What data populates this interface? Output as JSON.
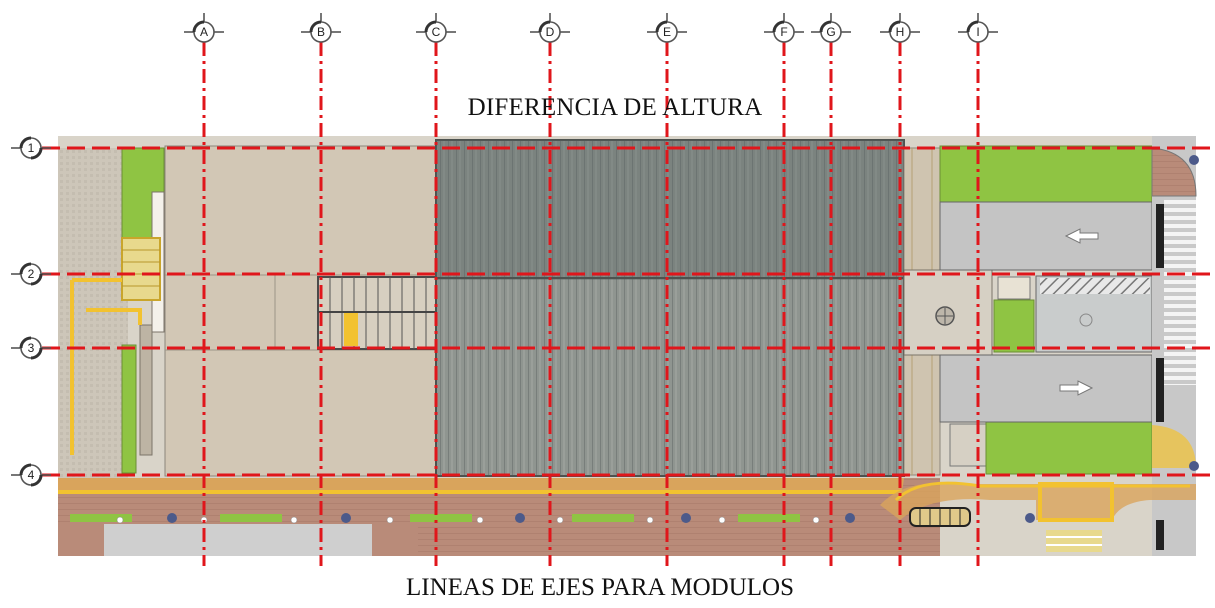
{
  "diagram": {
    "top_label": "DIFERENCIA DE ALTURA",
    "bottom_label": "LINEAS DE EJES PARA MODULOS"
  },
  "axes": {
    "vertical": [
      {
        "id": "A",
        "label": "A"
      },
      {
        "id": "B",
        "label": "B"
      },
      {
        "id": "C",
        "label": "C"
      },
      {
        "id": "D",
        "label": "D"
      },
      {
        "id": "E",
        "label": "E"
      },
      {
        "id": "F",
        "label": "F"
      },
      {
        "id": "G",
        "label": "G"
      },
      {
        "id": "H",
        "label": "H"
      },
      {
        "id": "I",
        "label": "I"
      }
    ],
    "horizontal": [
      {
        "id": "1",
        "label": "1"
      },
      {
        "id": "2",
        "label": "2"
      },
      {
        "id": "3",
        "label": "3"
      },
      {
        "id": "4",
        "label": "4"
      }
    ]
  },
  "colors": {
    "axis_line": "#e0161b",
    "grass": "#8fc443",
    "pavement": "#cfc8bb",
    "roof": "#8e9490",
    "brick": "#b98a78",
    "road": "#c3c3c3",
    "yellow_line": "#f2c230"
  }
}
